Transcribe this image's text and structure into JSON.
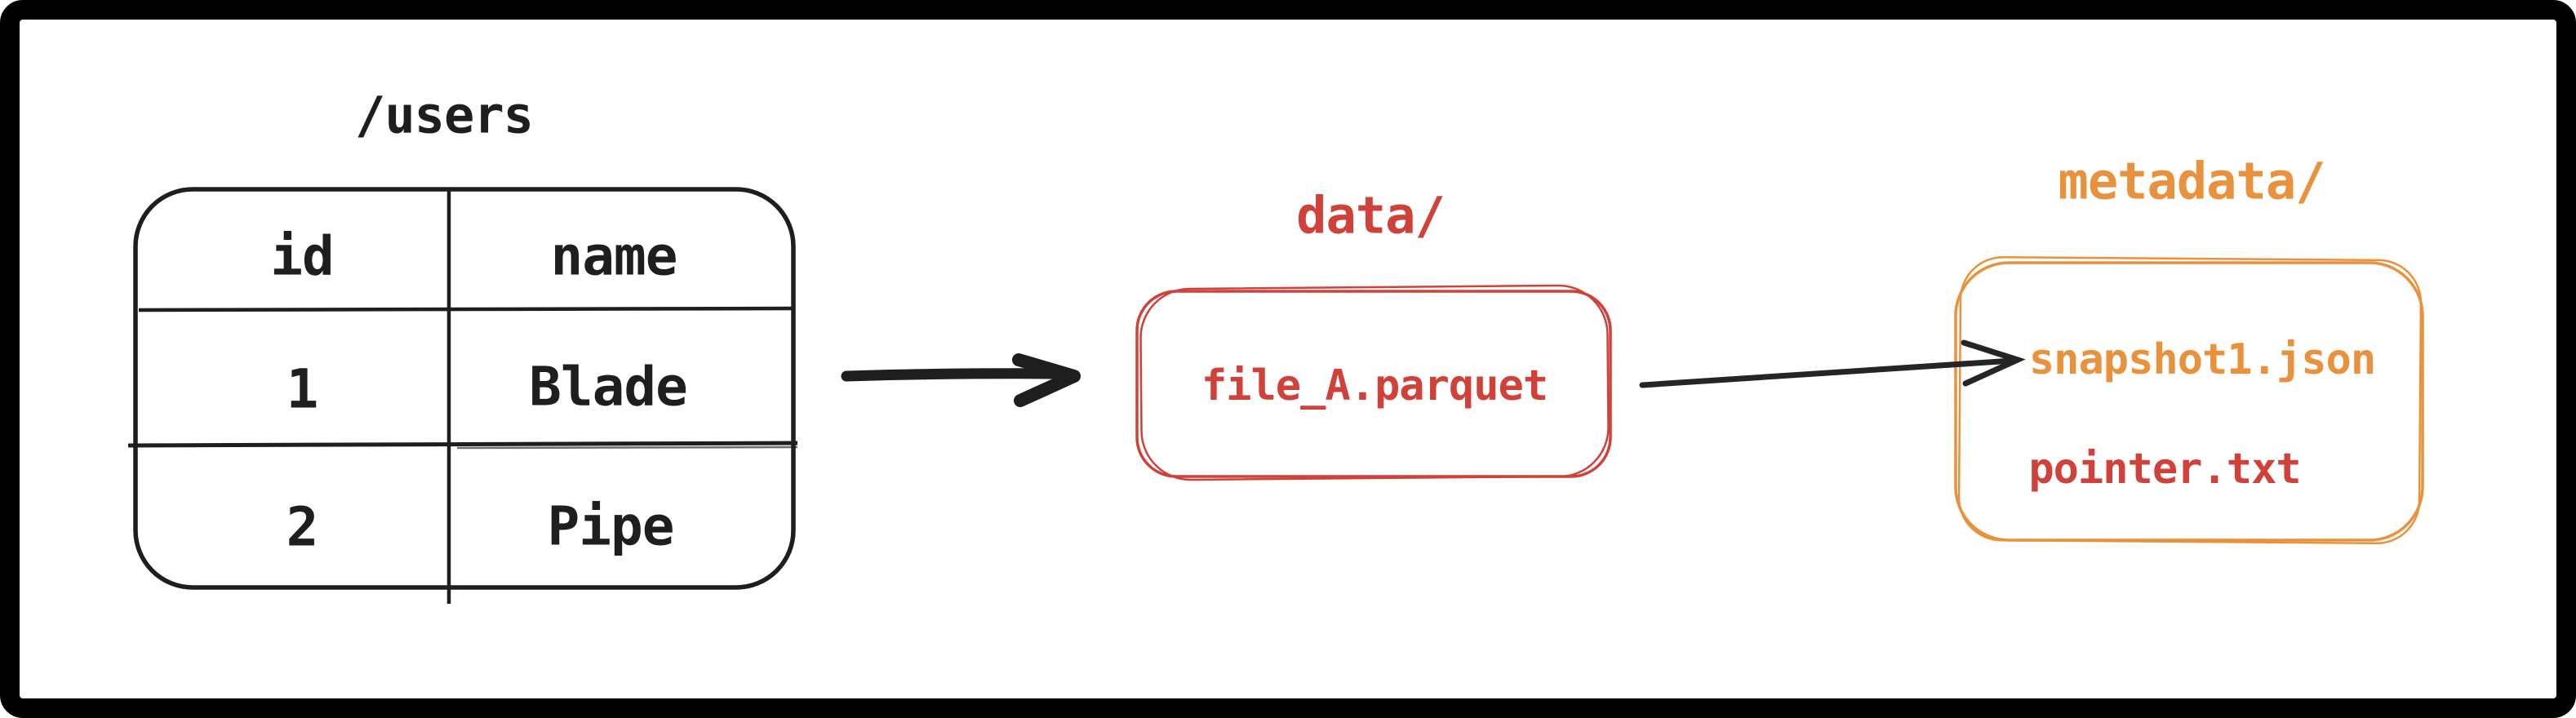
{
  "canvas": {
    "background": "#ffffff",
    "frame_color": "#000000"
  },
  "colors": {
    "ink": "#1e1e1e",
    "red": "#d0413a",
    "orange": "#e9923d"
  },
  "table": {
    "title": "/users",
    "columns": [
      "id",
      "name"
    ],
    "rows": [
      [
        "1",
        "Blade"
      ],
      [
        "2",
        "Pipe"
      ]
    ]
  },
  "data_folder": {
    "label": "data/",
    "files": [
      {
        "name": "file_A.parquet",
        "color": "#d0413a"
      }
    ]
  },
  "metadata_folder": {
    "label": "metadata/",
    "files": [
      {
        "name": "snapshot1.json",
        "color": "#e9923d"
      },
      {
        "name": "pointer.txt",
        "color": "#d0413a"
      }
    ]
  },
  "arrows": [
    {
      "from": "users-table",
      "to": "data-folder-box"
    },
    {
      "from": "data-folder-box",
      "to": "metadata-file-snapshot1"
    }
  ]
}
